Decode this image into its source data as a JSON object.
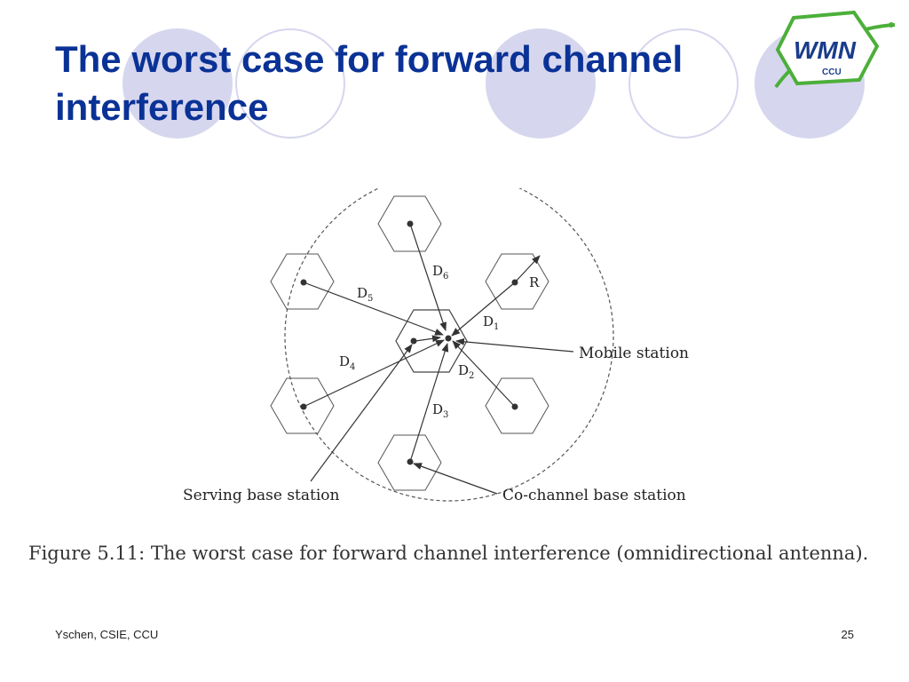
{
  "slide": {
    "title_line1": "The worst case for forward channel",
    "title_line2": "interference",
    "caption": "Figure 5.11: The worst case for forward channel interference (omnidirectional antenna).",
    "footer_left": "Yschen, CSIE, CCU",
    "page_number": "25"
  },
  "logo": {
    "text_main": "WMN",
    "text_sub": "CCU"
  },
  "diagram": {
    "distance_labels": [
      {
        "base": "D",
        "sub": "1"
      },
      {
        "base": "D",
        "sub": "2"
      },
      {
        "base": "D",
        "sub": "3"
      },
      {
        "base": "D",
        "sub": "4"
      },
      {
        "base": "D",
        "sub": "5"
      },
      {
        "base": "D",
        "sub": "6"
      }
    ],
    "radius_label": "R",
    "callouts": {
      "mobile_station": "Mobile station",
      "serving_base_station": "Serving base station",
      "cochannel_base_station": "Co-channel base station"
    }
  },
  "colors": {
    "title": "#0a3296",
    "decoration": "#d6d6ee",
    "logo_green": "#4caf3a",
    "logo_blue": "#1a3c8c"
  }
}
